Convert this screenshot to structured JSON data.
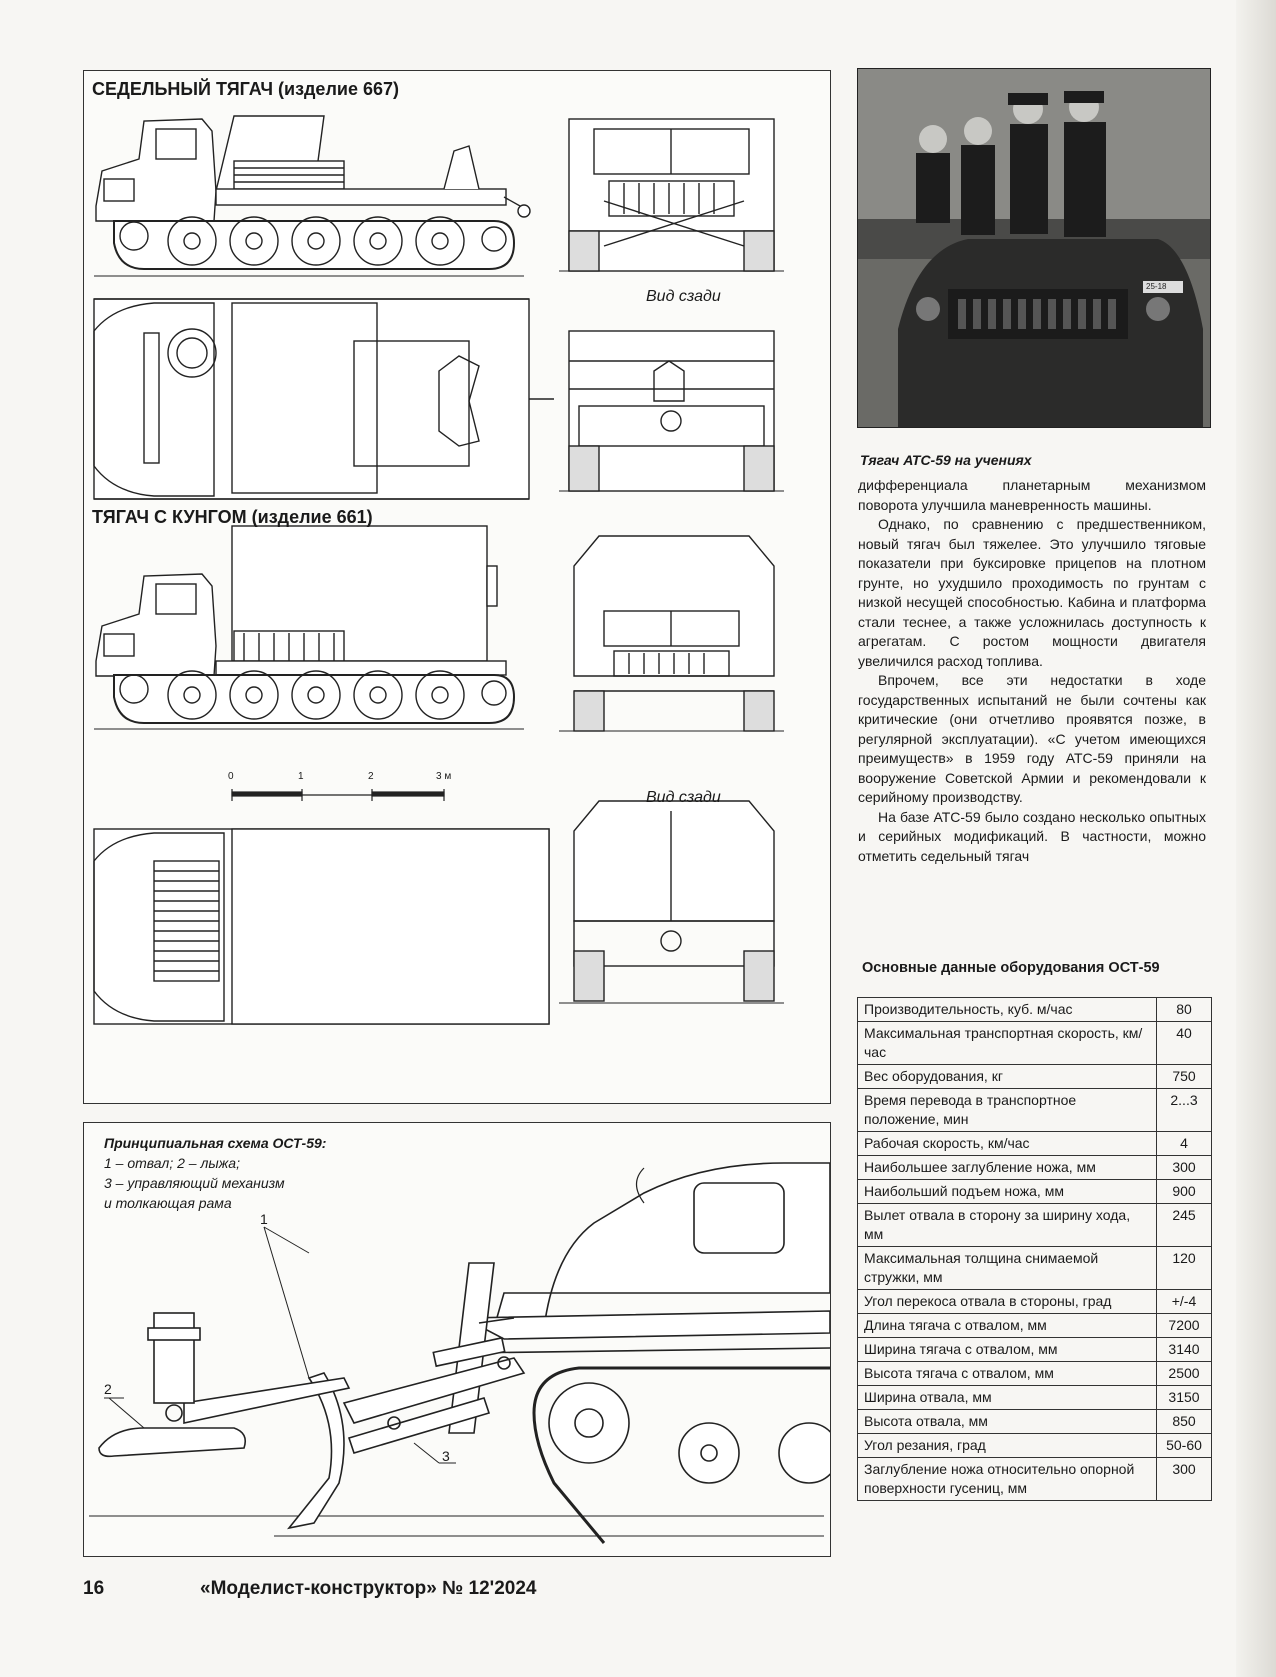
{
  "drawings": {
    "title_667": "СЕДЕЛЬНЫЙ ТЯГАЧ (изделие 667)",
    "title_661": "ТЯГАЧ С КУНГОМ (изделие 661)",
    "rear_view_1": "Вид сзади",
    "rear_view_2": "Вид сзади",
    "scale_ticks": [
      "0",
      "1",
      "2",
      "3 м"
    ]
  },
  "photo": {
    "caption": "Тягач АТС-59 на учениях",
    "plate": "25-18"
  },
  "body_text": [
    "дифференциала планетарным механизмом поворота улучшила маневренность машины.",
    "Однако, по сравнению с предшественником, новый тягач был тяжелее. Это улучшило тяговые показатели при буксировке прицепов на плотном грунте, но ухудшило проходимость по грунтам с низкой несущей способностью. Кабина и платформа стали теснее, а также усложнилась доступность к агрегатам. С ростом мощности двигателя увеличился расход топлива.",
    "Впрочем, все эти недостатки в ходе государственных испытаний не были сочтены как критические (они отчетливо проявятся позже, в регулярной эксплуатации). «С учетом имеющихся преимуществ» в 1959 году АТС-59 приняли на вооружение Советской Армии и рекомендовали к серийному производству.",
    "На базе АТС-59 было создано несколько опытных и серийных модификаций. В частности, можно отметить седельный тягач"
  ],
  "table": {
    "title": "Основные данные оборудования ОСТ-59",
    "rows": [
      {
        "label": "Производительность, куб. м/час",
        "value": "80"
      },
      {
        "label": "Максимальная транспортная скорость, км/час",
        "value": "40"
      },
      {
        "label": "Вес оборудования, кг",
        "value": "750"
      },
      {
        "label": "Время перевода в транспортное положение, мин",
        "value": "2...3"
      },
      {
        "label": "Рабочая скорость, км/час",
        "value": "4"
      },
      {
        "label": "Наибольшее заглубление ножа, мм",
        "value": "300"
      },
      {
        "label": "Наибольший подъем ножа, мм",
        "value": "900"
      },
      {
        "label": "Вылет отвала в сторону за ширину хода, мм",
        "value": "245"
      },
      {
        "label": "Максимальная толщина снимаемой стружки, мм",
        "value": "120"
      },
      {
        "label": "Угол перекоса отвала в стороны, град",
        "value": "+/-4"
      },
      {
        "label": "Длина тягача с отвалом, мм",
        "value": "7200"
      },
      {
        "label": "Ширина тягача с отвалом, мм",
        "value": "3140"
      },
      {
        "label": "Высота тягача с отвалом, мм",
        "value": "2500"
      },
      {
        "label": "Ширина отвала, мм",
        "value": "3150"
      },
      {
        "label": "Высота отвала, мм",
        "value": "850"
      },
      {
        "label": "Угол резания, град",
        "value": "50-60"
      },
      {
        "label": "Заглубление ножа относительно опорной поверхности гусениц, мм",
        "value": "300"
      }
    ]
  },
  "schema": {
    "title": "Принципиальная схема ОСТ-59:",
    "legend_1": "1 – отвал; 2 – лыжа;",
    "legend_2": "3 – управляющий механизм",
    "legend_3": "и толкающая рама",
    "callouts": [
      "1",
      "2",
      "3"
    ]
  },
  "footer": {
    "page_number": "16",
    "magazine": "«Моделист-конструктор» № 12'2024"
  }
}
